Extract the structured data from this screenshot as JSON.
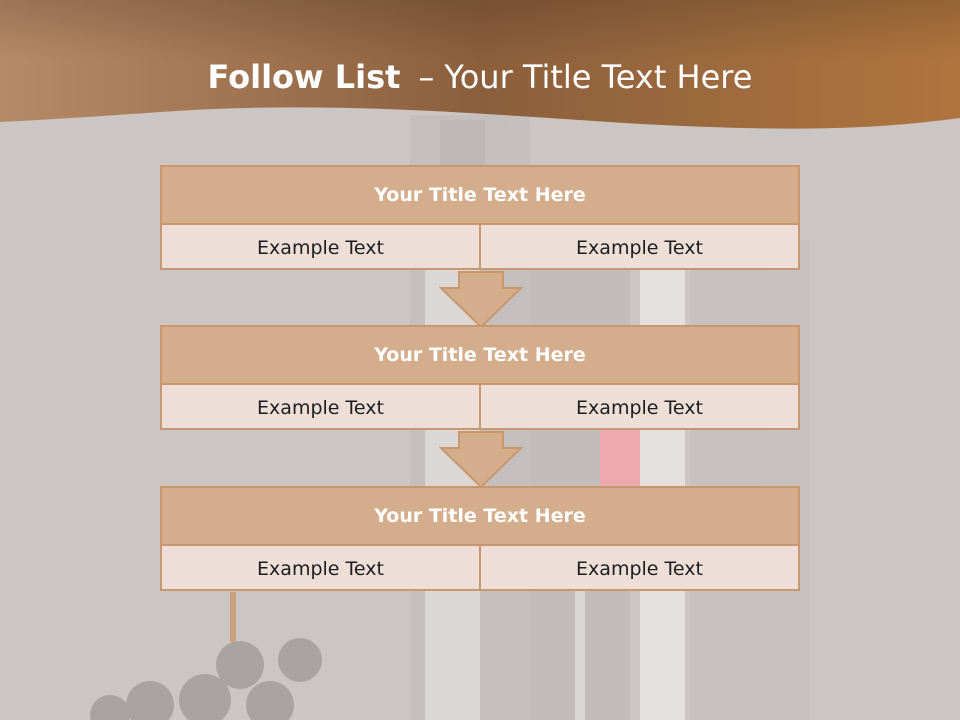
{
  "slide": {
    "title_bold": "Follow List",
    "title_dash": "–",
    "title_rest": "Your Title Text Here"
  },
  "steps": [
    {
      "title": "Your Title Text Here",
      "left": "Example Text",
      "right": "Example Text"
    },
    {
      "title": "Your Title Text Here",
      "left": "Example Text",
      "right": "Example Text"
    },
    {
      "title": "Your Title Text Here",
      "left": "Example Text",
      "right": "Example Text"
    }
  ],
  "colors": {
    "header_band": "#9b6a45",
    "box_header": "#d4ad8c",
    "box_cell": "#eddfd7",
    "box_border": "#c8976e",
    "background": "#cbc6c4"
  },
  "background_image": "wine-bottles-and-grapes"
}
